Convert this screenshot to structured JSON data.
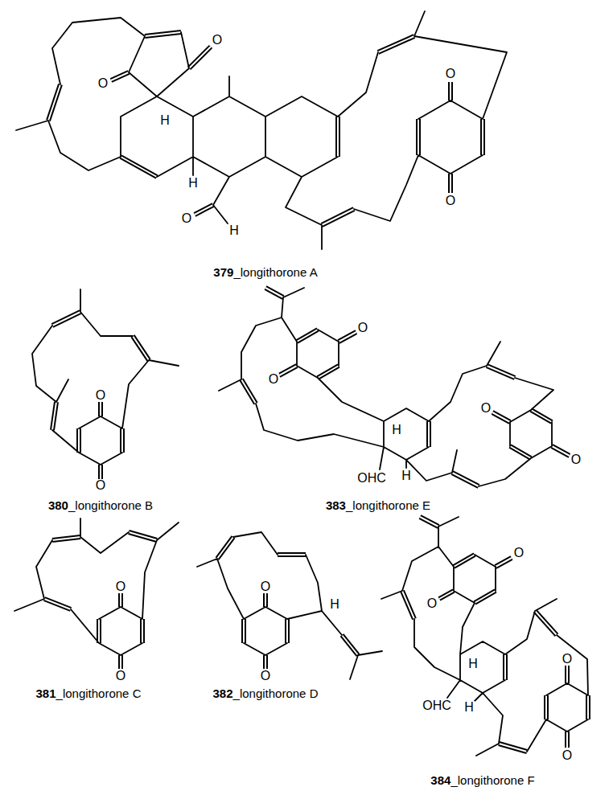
{
  "diagram": {
    "labels": [
      "O",
      "O",
      "H",
      "H",
      "O",
      "H",
      "O",
      "O",
      "379_longithorone A",
      "O",
      "O",
      "380_longithorone B",
      "O",
      "O",
      "H",
      "OHC",
      "H",
      "O",
      "O",
      "383_longithorone E",
      "O",
      "O",
      "381_longithorone C",
      "O",
      "O",
      "H",
      "382_longithorone D",
      "O",
      "O",
      "H",
      "OHC",
      "H",
      "O",
      "O",
      "384_longithorone F"
    ]
  }
}
